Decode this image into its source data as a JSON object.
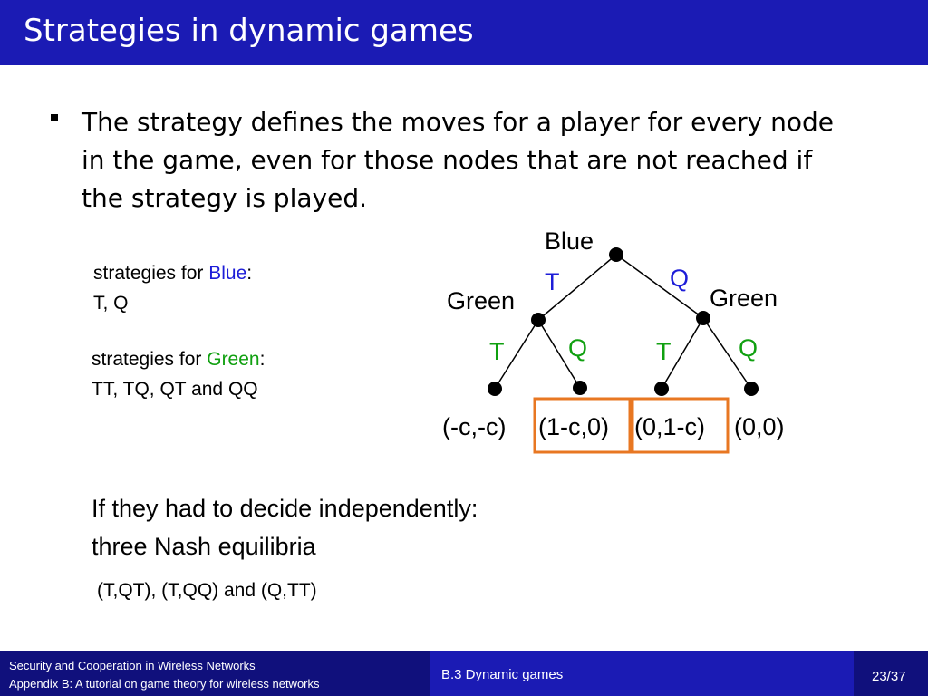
{
  "slide": {
    "title": "Strategies in dynamic games",
    "bullet": "The strategy defines the moves for a player for every node in the game, even for those nodes that are not reached if the strategy is played."
  },
  "blue_strategies": {
    "prefix": "strategies for ",
    "player": "Blue",
    "colon": ":",
    "values": "T, Q"
  },
  "green_strategies": {
    "prefix": "strategies for ",
    "player": "Green",
    "colon": ":",
    "values": "TT, TQ, QT and QQ"
  },
  "tree": {
    "root_label": "Blue",
    "left_node_label": "Green",
    "right_node_label": "Green",
    "root_moves": [
      "T",
      "Q"
    ],
    "left_moves": [
      "T",
      "Q"
    ],
    "right_moves": [
      "T",
      "Q"
    ],
    "payoffs": [
      "(-c,-c)",
      "(1-c,0)",
      "(0,1-c)",
      "(0,0)"
    ],
    "highlighted_payoffs": [
      1,
      2
    ]
  },
  "conclusion": {
    "line1": "If they had to decide independently:",
    "line2": "three Nash equilibria",
    "equilibria": "(T,QT), (T,QQ) and (Q,TT)"
  },
  "footer": {
    "course_line1": "Security and Cooperation in Wireless Networks",
    "course_line2": "Appendix B: A tutorial on game theory for wireless networks",
    "section": "B.3 Dynamic games",
    "page": "23/37"
  },
  "colors": {
    "title_bar": "#1b1bb4",
    "footer_dark": "#10107c",
    "blue_text": "#1d1dd8",
    "green_text": "#10a010",
    "highlight_box": "#e87722"
  }
}
